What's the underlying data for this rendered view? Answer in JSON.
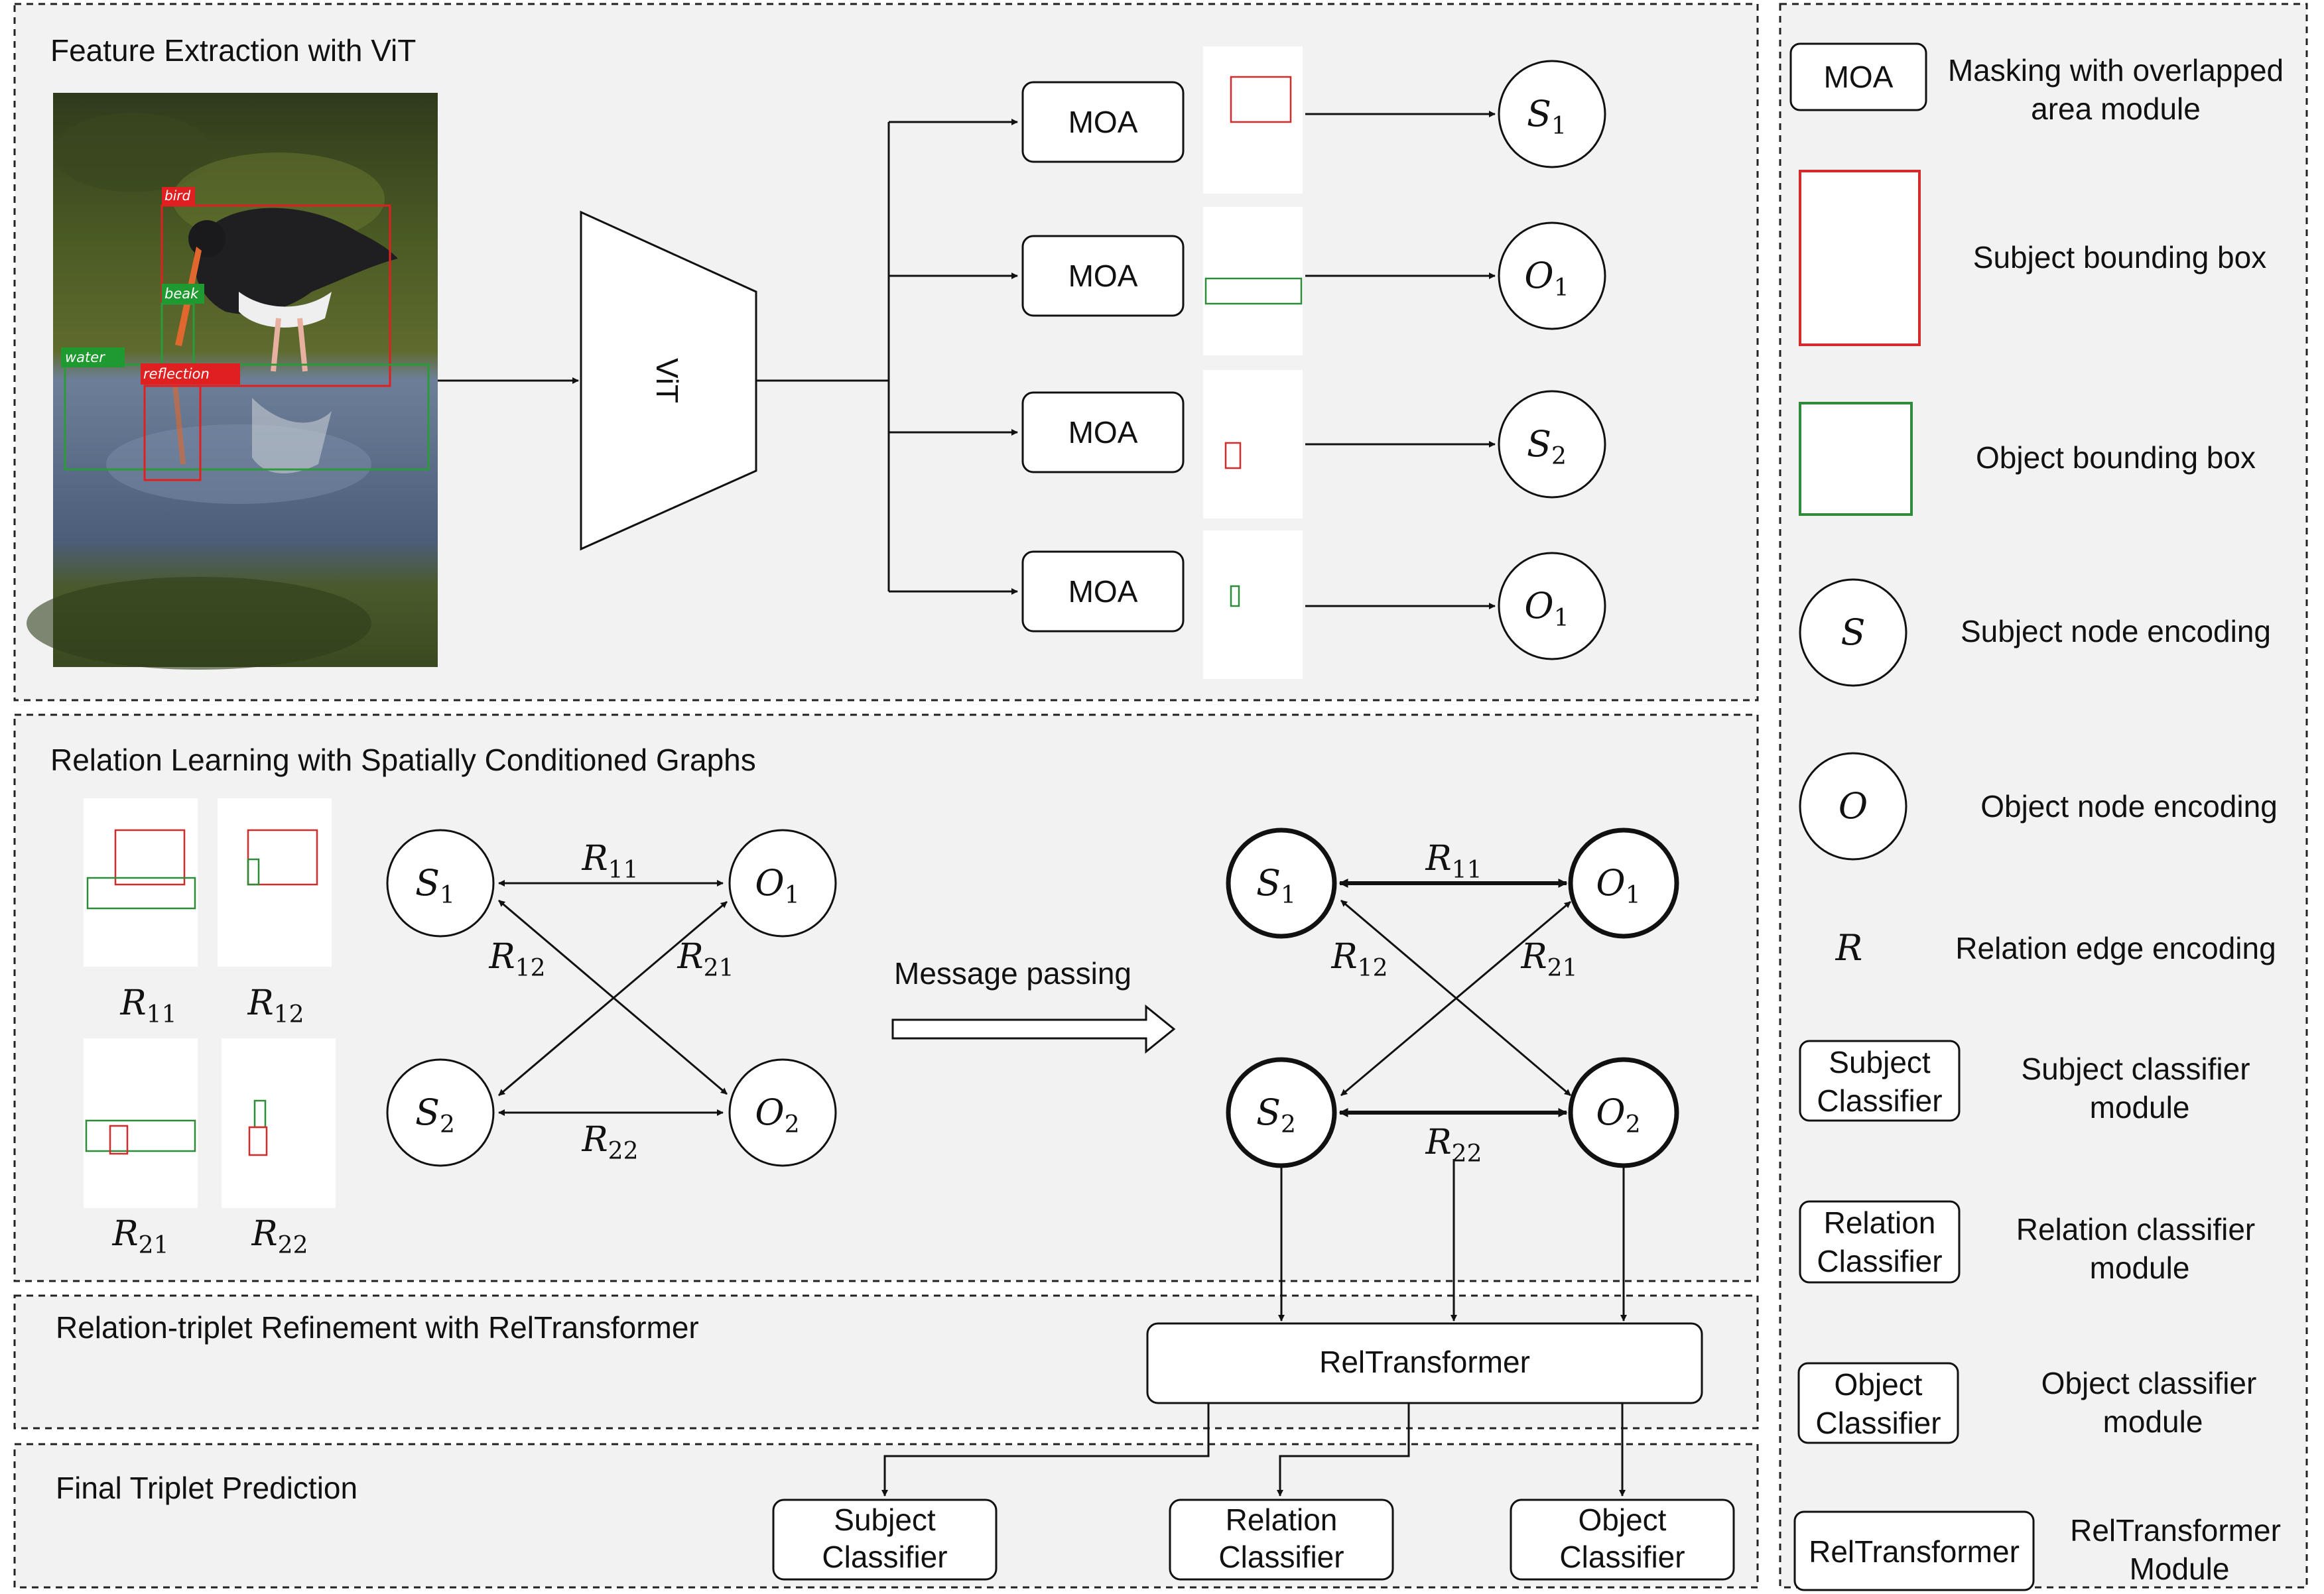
{
  "sections": {
    "feature": "Feature Extraction with ViT",
    "relation": "Relation Learning with Spatially Conditioned Graphs",
    "refine": "Relation-triplet Refinement with RelTransformer",
    "final": "Final Triplet Prediction"
  },
  "photo_labels": {
    "bird": "bird",
    "beak": "beak",
    "water": "water",
    "reflection": "reflection"
  },
  "vit_label": "ViT",
  "moa_label": "MOA",
  "node_symbols": {
    "subject": "S",
    "object": "O",
    "relation": "R"
  },
  "feature_outputs": [
    {
      "sym": "S",
      "idx": "1"
    },
    {
      "sym": "O",
      "idx": "1"
    },
    {
      "sym": "S",
      "idx": "2"
    },
    {
      "sym": "O",
      "idx": "1"
    }
  ],
  "relation_thumbs": [
    {
      "sym": "R",
      "idx": "11"
    },
    {
      "sym": "R",
      "idx": "12"
    },
    {
      "sym": "R",
      "idx": "21"
    },
    {
      "sym": "R",
      "idx": "22"
    }
  ],
  "graph": {
    "nodes": [
      {
        "sym": "S",
        "idx": "1"
      },
      {
        "sym": "O",
        "idx": "1"
      },
      {
        "sym": "S",
        "idx": "2"
      },
      {
        "sym": "O",
        "idx": "2"
      }
    ],
    "edges": [
      {
        "sym": "R",
        "idx": "11"
      },
      {
        "sym": "R",
        "idx": "12"
      },
      {
        "sym": "R",
        "idx": "21"
      },
      {
        "sym": "R",
        "idx": "22"
      }
    ]
  },
  "message_passing": "Message passing",
  "reltransformer": "RelTransformer",
  "classifiers": {
    "subject": [
      "Subject",
      "Classifier"
    ],
    "relation": [
      "Relation",
      "Classifier"
    ],
    "object": [
      "Object",
      "Classifier"
    ]
  },
  "legend": {
    "moa_box": "MOA",
    "moa_desc": [
      "Masking with overlapped",
      "area module"
    ],
    "subject_box_desc": "Subject bounding box",
    "object_box_desc": "Object bounding box",
    "subject_node": "S",
    "subject_node_desc": "Subject node encoding",
    "object_node": "O",
    "object_node_desc": "Object node encoding",
    "relation_sym": "R",
    "relation_desc": "Relation edge encoding",
    "subject_cls_box": [
      "Subject",
      "Classifier"
    ],
    "subject_cls_desc": [
      "Subject classifier",
      "module"
    ],
    "relation_cls_box": [
      "Relation",
      "Classifier"
    ],
    "relation_cls_desc": [
      "Relation classifier",
      "module"
    ],
    "object_cls_box": [
      "Object",
      "Classifier"
    ],
    "object_cls_desc": [
      "Object classifier",
      "module"
    ],
    "reltransformer_box": "RelTransformer",
    "reltransformer_desc": [
      "RelTransformer",
      "Module"
    ]
  },
  "colors": {
    "subject_box": "#d42a2a",
    "object_box": "#2e8b3a",
    "panel_bg": "#f2f2f2"
  }
}
